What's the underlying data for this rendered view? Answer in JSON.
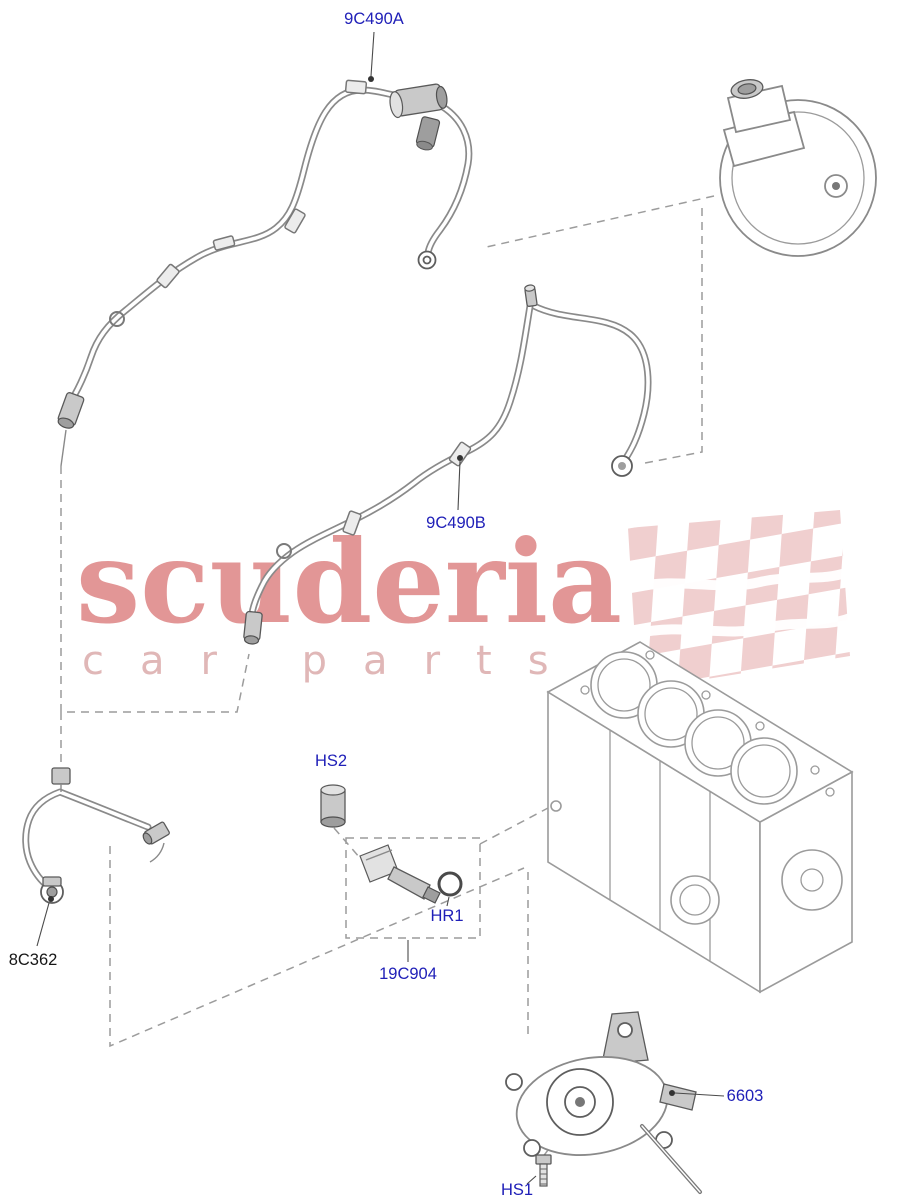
{
  "watermark": {
    "brand": "scuderia",
    "tagline": "car parts"
  },
  "labels": {
    "part_9c490a": "9C490A",
    "part_9c490b": "9C490B",
    "hs2": "HS2",
    "hr1": "HR1",
    "part_19c904": "19C904",
    "part_8c362": "8C362",
    "part_6603": "6603",
    "hs1": "HS1"
  },
  "colors": {
    "label_link_blue": "#2020b8",
    "label_dark": "#161616",
    "drawing_gray": "#8a8a8a",
    "watermark_red": "#d86f6f",
    "watermark_pink": "#d9a6a6"
  }
}
